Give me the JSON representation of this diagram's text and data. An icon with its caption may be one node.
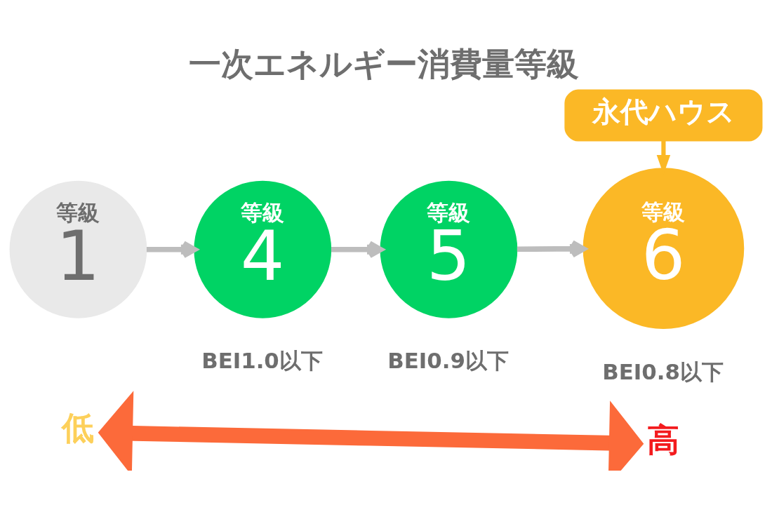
{
  "diagram": {
    "title": "一次エネルギー消費量等級",
    "nodes": [
      {
        "text": [
          "永代ハウス"
        ]
      },
      {
        "text": [
          "等級",
          "1"
        ]
      },
      {
        "text": [
          "等級",
          "4"
        ],
        "beside": [
          "BEI1.0以下"
        ]
      },
      {
        "text": [
          "等級",
          "5"
        ],
        "beside": [
          "BEI0.9以下"
        ]
      },
      {
        "text": [
          "等級",
          "6"
        ],
        "beside": [
          "BEI0.8以下"
        ]
      },
      {
        "text": [
          "低"
        ]
      },
      {
        "text": [
          "高"
        ]
      }
    ],
    "edges": [
      {
        "from": 1,
        "to": 2,
        "arrow": "to"
      },
      {
        "from": 2,
        "to": 3,
        "arrow": "to"
      },
      {
        "from": 3,
        "to": 4,
        "arrow": "to"
      },
      {
        "from": 0,
        "to": 4,
        "arrow": "to",
        "color": "#fbb826"
      },
      {
        "from": 5,
        "to": 6,
        "arrow": "both",
        "style": "thick",
        "color": "#fc6a3a"
      }
    ]
  }
}
